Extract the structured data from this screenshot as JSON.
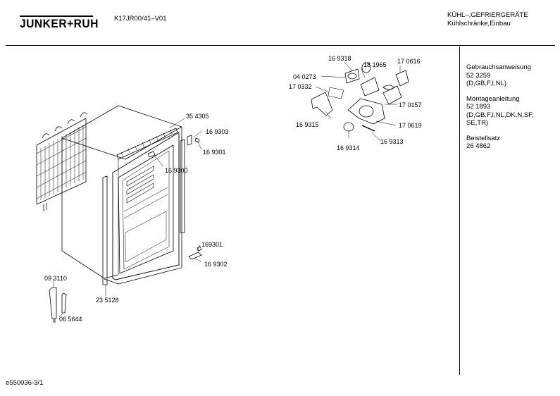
{
  "header": {
    "brand_logo_text": "JUNKER+RUH",
    "model_code": "K17JR00/41–V01",
    "category_line1": "KÜHL–,GEFRIERGERÄTE",
    "category_line2": "Kühlschränke,Einbau"
  },
  "documents": [
    {
      "title": "Gebrauchsanweisung",
      "number": "52 3259",
      "languages": "(D,GB,F,I,NL)"
    },
    {
      "title": "Montageanleitung",
      "number": "52 1893",
      "languages_line1": "(D,GB,F,I,NL,DK,N,SF,",
      "languages_line2": "SE,TR)"
    },
    {
      "title": "Beistellsatz",
      "number": "26 4862"
    }
  ],
  "part_labels": {
    "p354305": "35 4305",
    "p169303": "16 9303",
    "p169301": "16 9301",
    "p169300": "16 9300",
    "p169301b": "169301",
    "p169302": "16 9302",
    "p235128": "23 5128",
    "p093110": "09 3110",
    "p065644": "06 5644",
    "p169318": "16 9318",
    "p181965": "18 1965",
    "p170616": "17 0616",
    "p040273": "04 0273",
    "p170332": "17 0332",
    "p170157": "17 0157",
    "p169315": "16 9315",
    "p170619": "17 0619",
    "p169314": "16 9314",
    "p169313": "16 9313"
  },
  "footer": {
    "drawing_id": "e550036-3/1"
  }
}
